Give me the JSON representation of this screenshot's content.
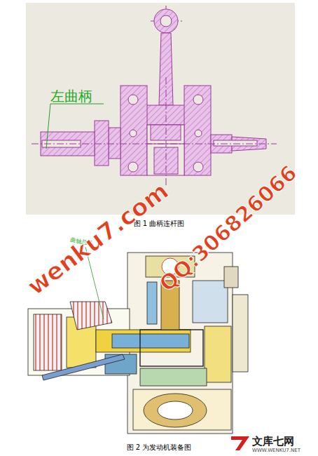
{
  "diagram": {
    "labels": [
      "左曲柄",
      "图 1 曲柄连杆图",
      "曲轴总成",
      "图 2 为发动机装备图",
      "wenku7.com",
      "QQ:306826066",
      "文库七网",
      "WWW.WENKU7.NET"
    ]
  }
}
